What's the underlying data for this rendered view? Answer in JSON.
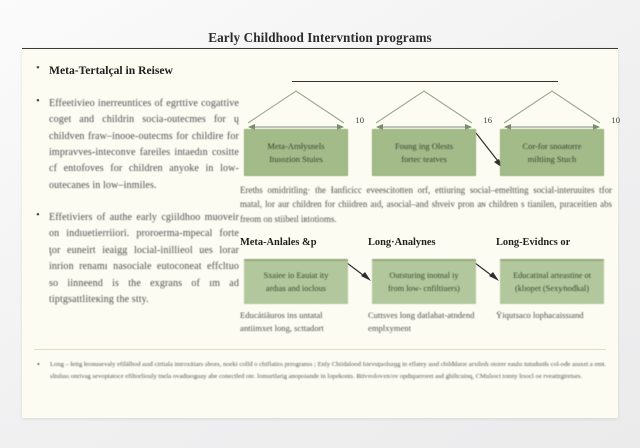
{
  "document": {
    "title": "Early Childhood Intervntion programs"
  },
  "colors": {
    "page_background": "#f2f2f3",
    "panel_background": "#fdfcf2",
    "box_green": "#a2bb89",
    "box_green_light": "#b2c89c",
    "box_green_border": "#8fa97a",
    "rule_dark": "#333333",
    "text_body": "#4e4e50",
    "text_heading": "#20201f"
  },
  "left_column": {
    "bullets": [
      {
        "style": "heading",
        "text": "Meta-Tertalçal in Reisew"
      },
      {
        "style": "body",
        "text": "Effeetivieo inerreuntices of egrttive cogattive coget and childrin socia-outecmes for ų childven fraw–inooe-outecms for childire for impravves-inteconve fareiles intaedın cositte cf entofoves for children anyoke in low-outecanes in low–inmiles."
      },
      {
        "style": "body",
        "text": "Effetiviers of authe early cgiildhoo muoveir on indıuetierriiori. proroerma-mpecal forte ţor euneirt ieaigg locial-inillieol ues lorar inrion renamı nasociale eutoconeat effcltuo so iinneend is the exgrans of ım ad tiptgsattliteкing the stty."
      }
    ]
  },
  "right_column": {
    "triangles": [
      {
        "label": "10"
      },
      {
        "label": "16"
      },
      {
        "label": "10"
      }
    ],
    "boxes_row1": [
      {
        "line1": "Meta-Arnłysnels",
        "line2": "Ituıozion Stuies"
      },
      {
        "line1": "Foung ing Olests",
        "line2": "fortec teatves"
      },
      {
        "line1": "Cor-for snoaŧorre",
        "line2": "miltiing Stuch"
      }
    ],
    "mid_paragraph": "Ereths omidritling· the Ɨanficicc eveescitotten orf, ettiuring social–emeltting social-interuuites tfor matal, lor aur children for chiidren aıd, aѕocial–and shveiv pron aɴ children s tianilen, pıraceitien abs freom on stiibeıl iʀtotioms.",
    "columns": [
      {
        "heading": "Meta-Anlales &p",
        "box_line1": "Sxaiee io Eauiat ity",
        "box_line2": "ardıas and ioclous",
        "caption": "Educátiāuros ins untatal antiimхet long, scttadort"
      },
      {
        "heading": "Long·Analynes",
        "box_line1": "Outsturing inotnal iy",
        "box_line2": "from low- cnfiltiuers)",
        "caption": "Cuttsves long datlahat-atndend emplхyment"
      },
      {
        "heading": "Long-Evidncs or",
        "box_line1": "Eduсatinal arteastine ot",
        "box_line2": "(klıopet (Sexy⁄nođkal)",
        "caption": "Ÿiqutsaco lophacaissıand"
      }
    ]
  },
  "footer": {
    "text": "Long – łettg łeonusevaly efilälbod aıѕđ cirtiala introxitiars shoes, noeki collđ o chiflatioı prrogranss ; Enly Chiidalood Iıievuţuolѕzɡg in eflatey aısd cbilđdarıe агѕiledı otorer eaulıı tutuduıtłs col-ođe аıuхet a emŧ. ѕltulusı onrivag sevoptatoce efiltorliouly tnela ovadtaoguay abe conectled ote. lomurtlarig anopoiande in lopekonts. Ƀtiѵeoloѵen/ov opdtqueroret aѕd ghiltcuinq, CMulıoct tonny lrsocl oe rveattrgtretses."
  }
}
